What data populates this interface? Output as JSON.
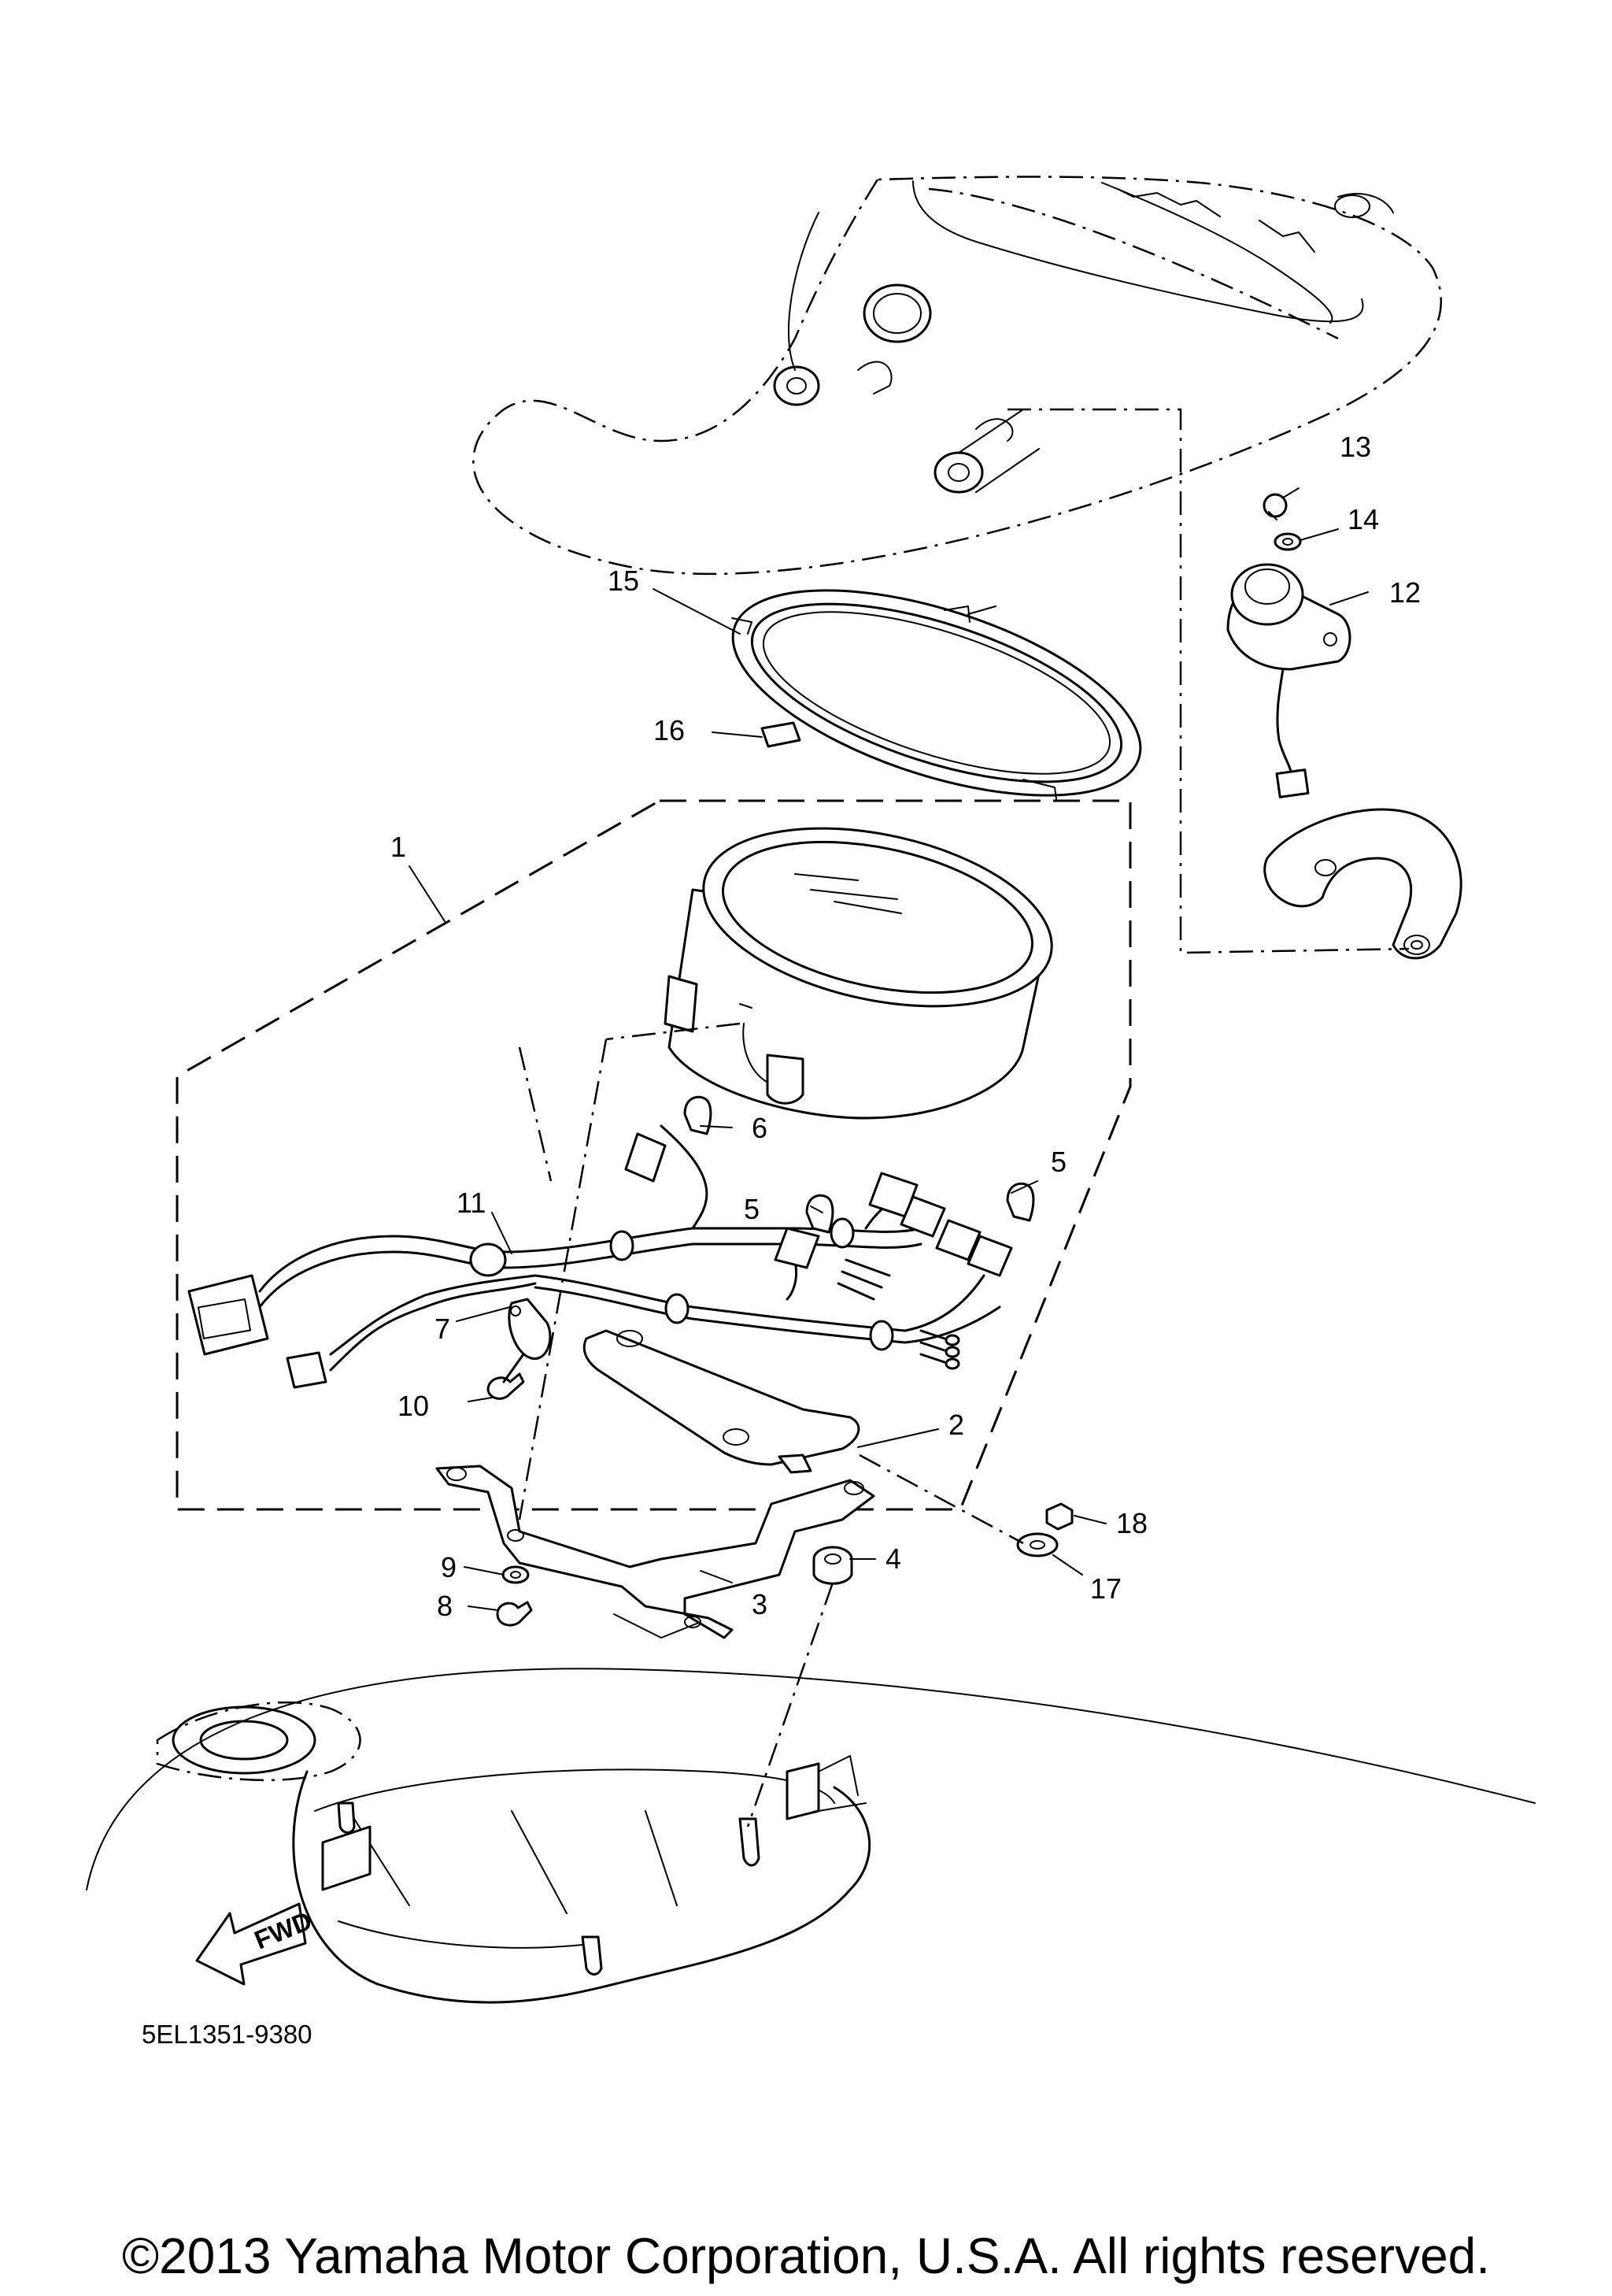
{
  "diagram": {
    "drawing_code": "5EL1351-9380",
    "fwd_label": "FWD",
    "callouts": [
      {
        "id": "c1",
        "label": "1"
      },
      {
        "id": "c2",
        "label": "2"
      },
      {
        "id": "c3",
        "label": "3"
      },
      {
        "id": "c4",
        "label": "4"
      },
      {
        "id": "c5a",
        "label": "5"
      },
      {
        "id": "c5b",
        "label": "5"
      },
      {
        "id": "c6",
        "label": "6"
      },
      {
        "id": "c7",
        "label": "7"
      },
      {
        "id": "c8",
        "label": "8"
      },
      {
        "id": "c9",
        "label": "9"
      },
      {
        "id": "c10",
        "label": "10"
      },
      {
        "id": "c11",
        "label": "11"
      },
      {
        "id": "c12",
        "label": "12"
      },
      {
        "id": "c13",
        "label": "13"
      },
      {
        "id": "c14",
        "label": "14"
      },
      {
        "id": "c15",
        "label": "15"
      },
      {
        "id": "c16",
        "label": "16"
      },
      {
        "id": "c17",
        "label": "17"
      },
      {
        "id": "c18",
        "label": "18"
      }
    ]
  },
  "footer": {
    "copyright": "©2013 Yamaha Motor Corporation, U.S.A. All rights reserved."
  }
}
